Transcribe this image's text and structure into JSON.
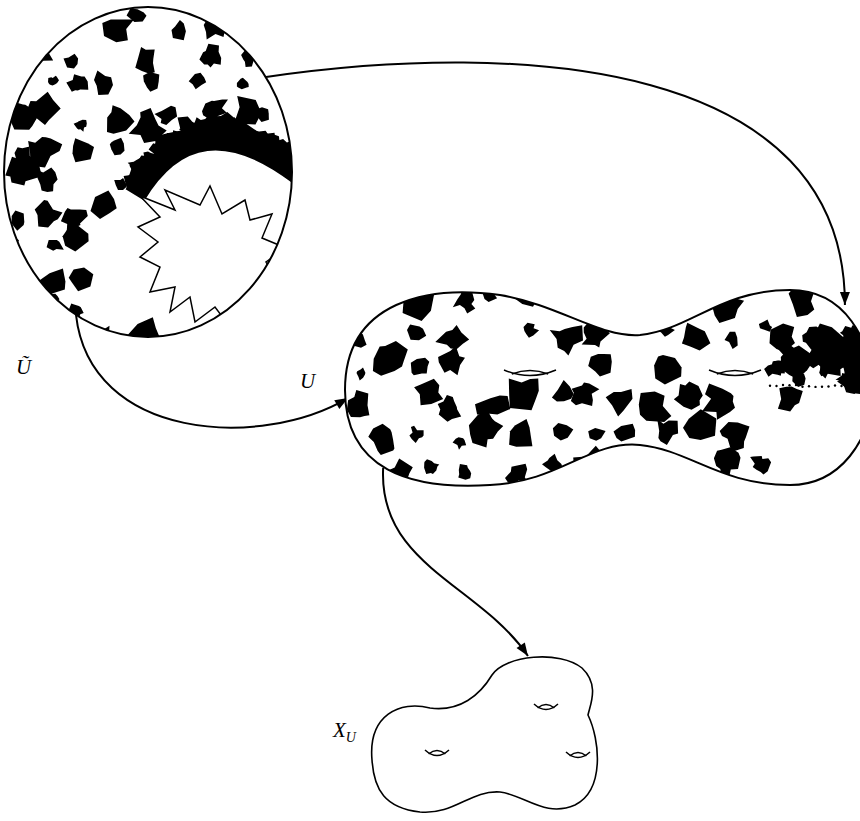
{
  "diagram": {
    "nodes": [
      {
        "text": [
          "Ũ"
        ]
      },
      {
        "text": [
          "U"
        ]
      },
      {
        "text": [
          "X",
          "U"
        ]
      }
    ],
    "edges": [
      {
        "from": 0,
        "to": 1,
        "arrow": "to"
      },
      {
        "from": 0,
        "to": 1,
        "arrow": "to"
      },
      {
        "from": 1,
        "to": 2,
        "arrow": "to"
      }
    ]
  }
}
